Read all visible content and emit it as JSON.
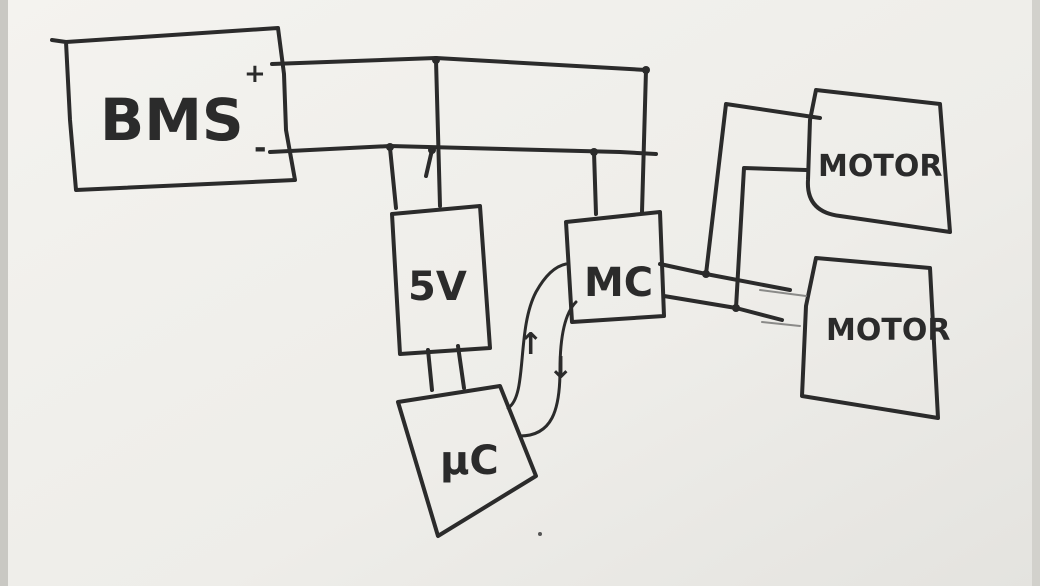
{
  "colors": {
    "board": "#f2f1ed",
    "ink": "#2b2b2b"
  },
  "blocks": {
    "bms": {
      "label": "BMS"
    },
    "pos_terminal": {
      "label": "+"
    },
    "neg_terminal": {
      "label": "-"
    },
    "regulator": {
      "label": "5V"
    },
    "motor_controller": {
      "label": "MC"
    },
    "microcontroller": {
      "label": "µC"
    },
    "motor_top": {
      "label": "MOTOR"
    },
    "motor_bottom": {
      "label": "MOTOR"
    }
  },
  "arrows": {
    "up": {
      "label": "↑"
    },
    "down": {
      "label": "↓"
    }
  }
}
